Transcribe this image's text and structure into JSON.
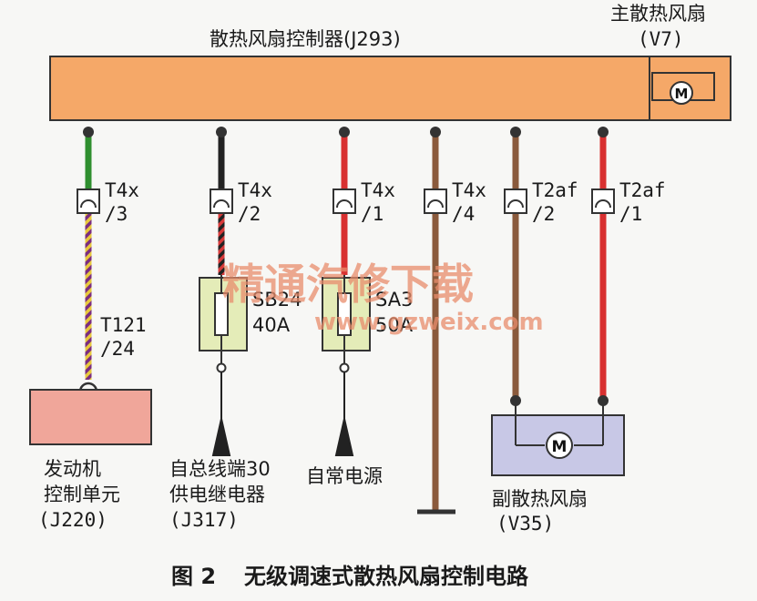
{
  "controller": {
    "label": "散热风扇控制器(J293)",
    "color": "#f5a868"
  },
  "main_fan": {
    "label": "主散热风扇",
    "code": "(V7)",
    "motor_symbol": "M"
  },
  "connectors": [
    {
      "id": "T4x-3",
      "name": "T4x",
      "pin": "/3",
      "wire_color": "green to violet/yellow"
    },
    {
      "id": "T4x-2",
      "name": "T4x",
      "pin": "/2",
      "wire_color": "black to black/red"
    },
    {
      "id": "T4x-1",
      "name": "T4x",
      "pin": "/1",
      "wire_color": "red"
    },
    {
      "id": "T4x-4",
      "name": "T4x",
      "pin": "/4",
      "wire_color": "brown"
    },
    {
      "id": "T2af-2",
      "name": "T2af",
      "pin": "/2",
      "wire_color": "brown"
    },
    {
      "id": "T2af-1",
      "name": "T2af",
      "pin": "/1",
      "wire_color": "red"
    }
  ],
  "t121": {
    "name": "T121",
    "pin": "/24"
  },
  "fuses": [
    {
      "label": "SB24",
      "rating": "40A"
    },
    {
      "label": "SA3",
      "rating": "50A"
    }
  ],
  "engine_ecu": {
    "line1": "发动机",
    "line2": "控制单元",
    "code": "(J220)",
    "color": "#f0a69a"
  },
  "relay_source": {
    "line1": "自总线端30",
    "line2": "供电继电器",
    "code": "(J317)"
  },
  "constant_power": {
    "label": "自常电源"
  },
  "aux_fan": {
    "line1": "副散热风扇",
    "code": "(V35)",
    "motor_symbol": "M",
    "color": "#c8c8e6"
  },
  "watermark": {
    "line1": "精通汽修下载",
    "line2": "www.gzweix.com"
  },
  "caption": {
    "fig": "图 2",
    "title": "无级调速式散热风扇控制电路"
  }
}
